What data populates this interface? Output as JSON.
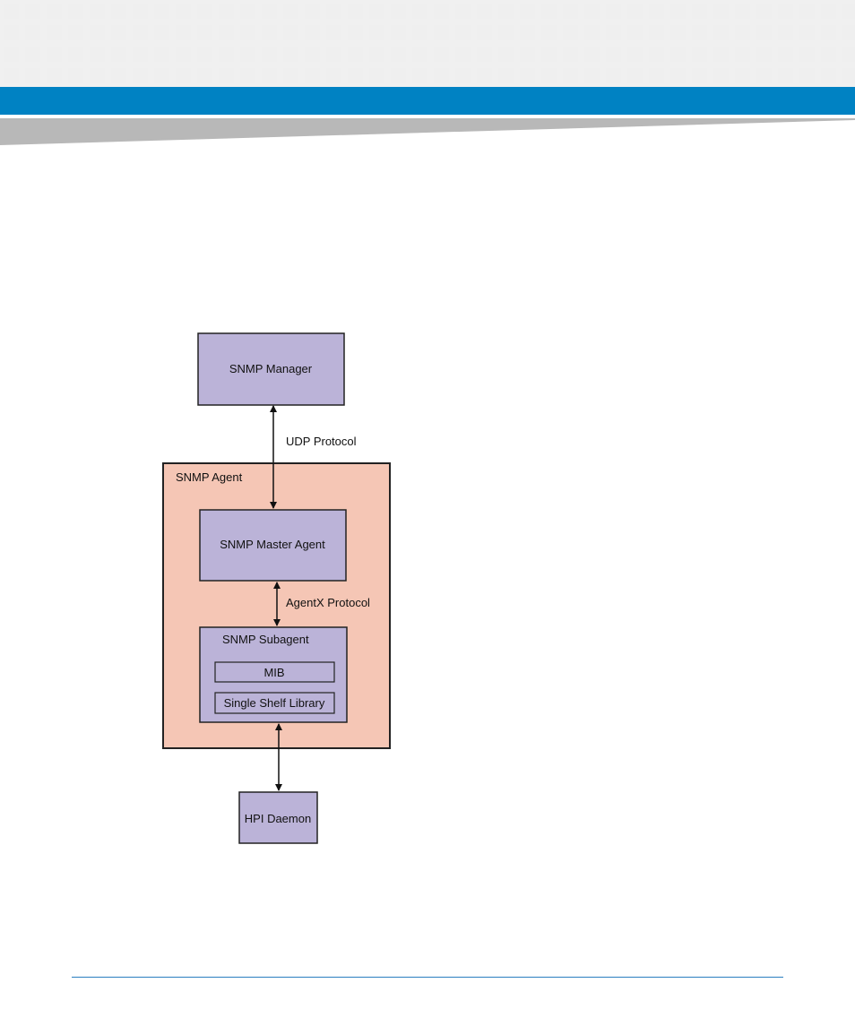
{
  "diagram": {
    "snmp_manager": "SNMP Manager",
    "udp_protocol": "UDP Protocol",
    "snmp_agent": "SNMP Agent",
    "snmp_master_agent": "SNMP Master Agent",
    "agentx_protocol": "AgentX Protocol",
    "snmp_subagent": "SNMP Subagent",
    "mib": "MIB",
    "single_shelf_library": "Single Shelf Library",
    "hpi_daemon": "HPI Daemon"
  },
  "colors": {
    "header_blue": "#0082c3",
    "agent_fill": "#f5c6b5",
    "box_fill": "#bbb3d8",
    "footer_rule": "#2a7fc0"
  }
}
